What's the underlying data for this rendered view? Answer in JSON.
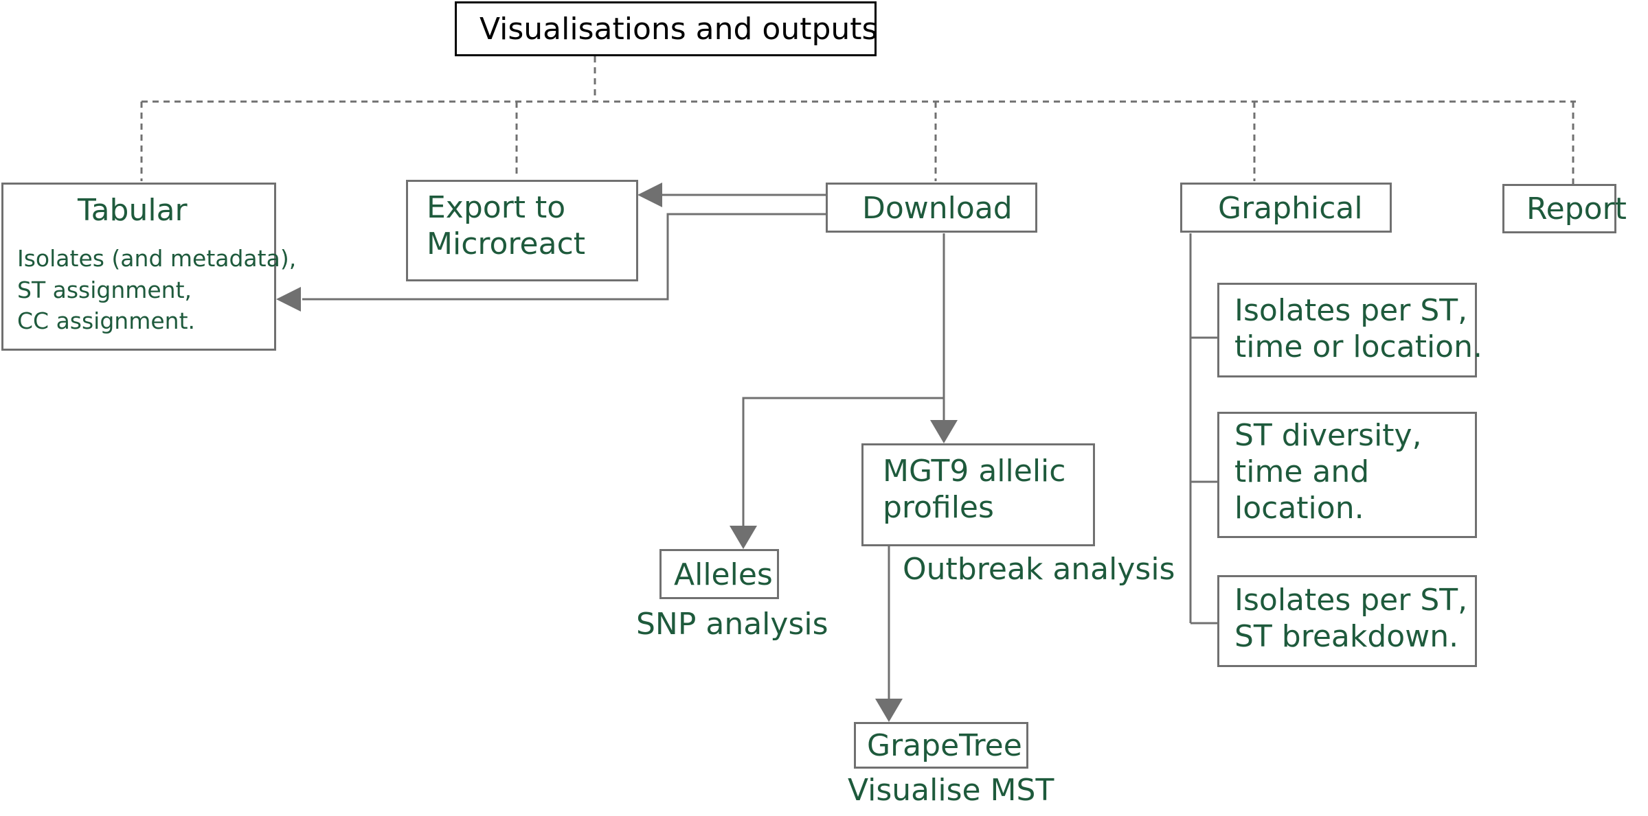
{
  "title": "Visualisations and outputs",
  "nodes": {
    "tabular": {
      "label": "Tabular",
      "detail": "Isolates (and metadata),\nST assignment,\nCC assignment."
    },
    "export": {
      "label": "Export to\nMicroreact"
    },
    "download": {
      "label": "Download"
    },
    "graphical": {
      "label": "Graphical"
    },
    "report": {
      "label": "Report"
    },
    "mgt9": {
      "label": "MGT9 allelic\nprofiles",
      "caption": "Outbreak analysis"
    },
    "alleles": {
      "label": "Alleles",
      "caption": "SNP analysis"
    },
    "grapetree": {
      "label": "GrapeTree",
      "caption": "Visualise MST"
    },
    "graph_items": [
      "Isolates per ST,\ntime or location.",
      "ST diversity,\ntime and\nlocation.",
      "Isolates per ST,\nST breakdown."
    ]
  },
  "colors": {
    "text": "#1e5a3c",
    "line": "#707070",
    "title_border": "#000000"
  }
}
